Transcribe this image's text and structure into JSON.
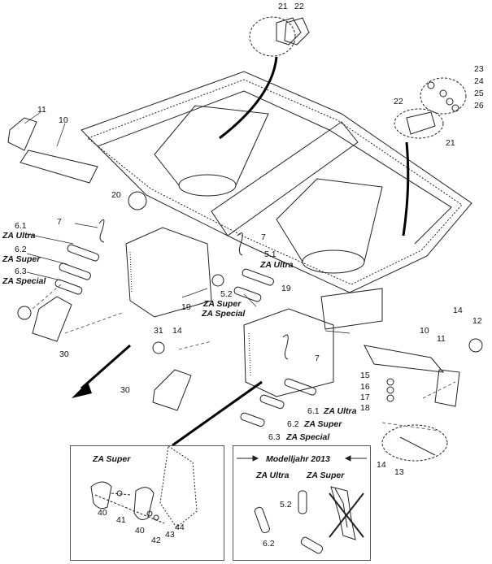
{
  "part_labels": {
    "p21a": "21",
    "p22a": "22",
    "p23": "23",
    "p24": "24",
    "p25": "25",
    "p26": "26",
    "p22b": "22",
    "p21b": "21",
    "p11a": "11",
    "p10a": "10",
    "p20": "20",
    "p7a": "7",
    "p61": "6.1",
    "p62": "6.2",
    "p63": "6.3",
    "p7b": "7",
    "p51": "5.1",
    "p52": "5.2",
    "p19a": "19",
    "p19b": "19",
    "p30a": "30",
    "p31": "31",
    "p14a": "14",
    "p14b": "14",
    "p12": "12",
    "p10b": "10",
    "p11b": "11",
    "p7c": "7",
    "p15": "15",
    "p16": "16",
    "p17": "17",
    "p18": "18",
    "p61b": "6.1",
    "p62b": "6.2",
    "p63b": "6.3",
    "p30b": "30",
    "p14c": "14",
    "p13": "13",
    "p40a": "40",
    "p41": "41",
    "p40b": "40",
    "p42": "42",
    "p43": "43",
    "p44": "44",
    "p52b": "5.2",
    "p62c": "6.2"
  },
  "variant_labels": {
    "za_ultra_a": "ZA Ultra",
    "za_super_a": "ZA Super",
    "za_special_a": "ZA Special",
    "za_ultra_b": "ZA Ultra",
    "za_super_b": "ZA Super",
    "za_special_b": "ZA Special",
    "za_ultra_c": "ZA Ultra",
    "za_super_c": "ZA Super",
    "za_special_c": "ZA Special"
  },
  "inset_left": {
    "title": "ZA Super"
  },
  "inset_right": {
    "title": "Modelljahr 2013",
    "col1": "ZA Ultra",
    "col2": "ZA Super"
  },
  "colors": {
    "line": "#222222",
    "dash": "#444444"
  }
}
